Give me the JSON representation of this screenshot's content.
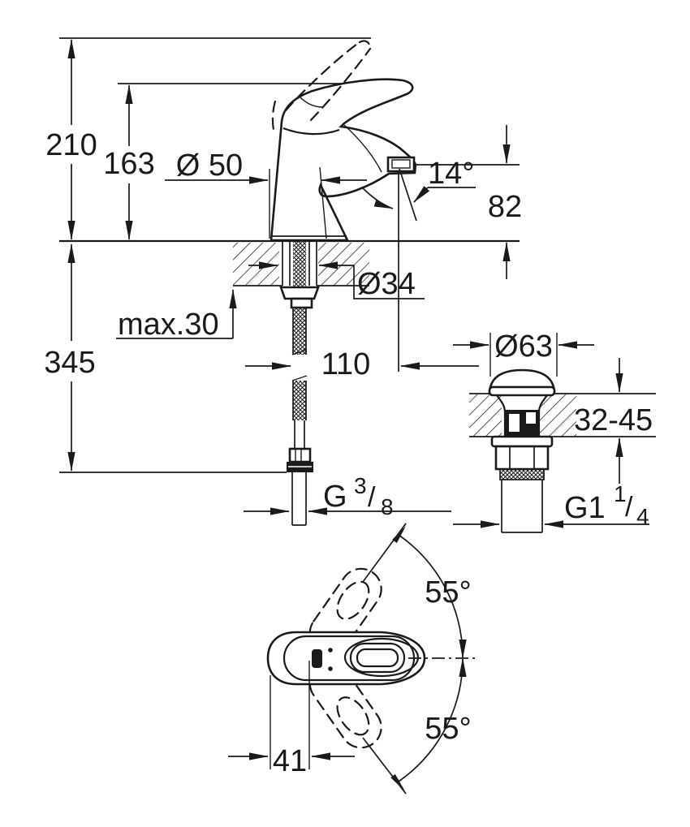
{
  "drawing": {
    "title": "single-lever basin mixer dimensional drawing",
    "colors": {
      "line": "#1a1a1a",
      "background": "#ffffff"
    },
    "side_view": {
      "overall_height": "210",
      "height_to_spout_top": "163",
      "base_diameter": "Ø 50",
      "spray_angle": "14°",
      "spout_outlet_height": "82",
      "mounting_hole_diameter": "Ø34",
      "max_deck_thickness": "max.30",
      "hose_clearance_height": "345",
      "spout_reach": "110",
      "supply_thread": {
        "prefix": "G",
        "numerator": "3",
        "slash": "/",
        "denominator": "8"
      }
    },
    "waste_view": {
      "flange_diameter": "Ø63",
      "deck_thickness_range": "32-45",
      "waste_thread": {
        "prefix": "G1",
        "numerator": "1",
        "slash": "/",
        "denominator": "4"
      }
    },
    "top_view": {
      "lever_swing_up": "55°",
      "lever_swing_down": "55°",
      "lever_offset": "41"
    }
  }
}
